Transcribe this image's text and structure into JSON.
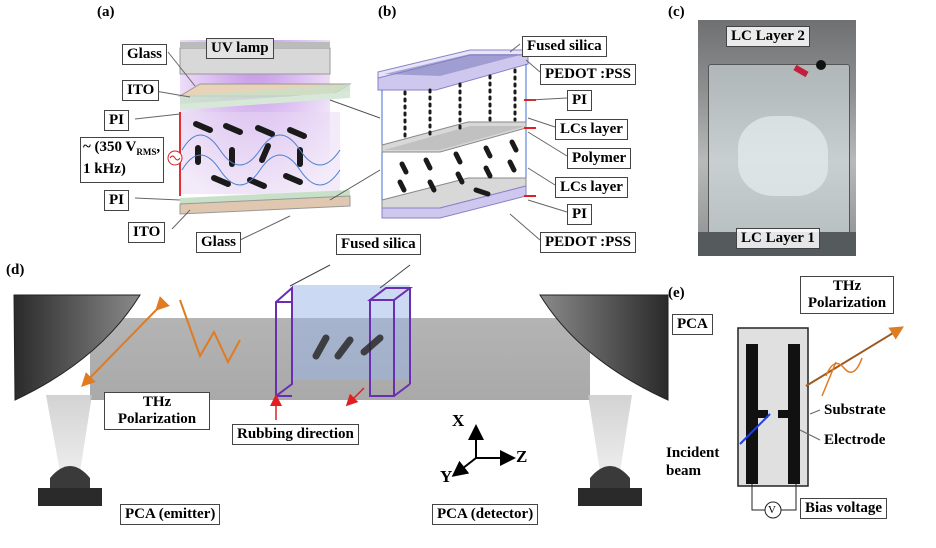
{
  "panels": {
    "a": "(a)",
    "b": "(b)",
    "c": "(c)",
    "d": "(d)",
    "e": "(e)"
  },
  "panel_a": {
    "glass_top": "Glass",
    "uv_lamp": "UV lamp",
    "ito_top": "ITO",
    "pi_top": "PI",
    "voltage_main": "~ (350 V",
    "voltage_sub": "RMS",
    "voltage_end": ",",
    "frequency": "1 kHz)",
    "pi_bottom": "PI",
    "ito_bottom": "ITO",
    "glass_bottom": "Glass"
  },
  "panel_b": {
    "fused_silica_top": "Fused silica",
    "pedot_top": "PEDOT :PSS",
    "pi_top": "PI",
    "lcs_layer_top": "LCs layer",
    "polymer": "Polymer",
    "lcs_layer_bottom": "LCs layer",
    "pi_bottom": "PI",
    "pedot_bottom": "PEDOT :PSS"
  },
  "panel_c": {
    "lc_layer_2": "LC Layer 2",
    "lc_layer_1": "LC Layer 1"
  },
  "panel_d": {
    "fused_silica": "Fused silica",
    "thz_polarization_1": "THz",
    "thz_polarization_2": "Polarization",
    "rubbing_direction": "Rubbing direction",
    "axis_x": "X",
    "axis_y": "Y",
    "axis_z": "Z",
    "pca_emitter": "PCA (emitter)",
    "pca_detector": "PCA (detector)"
  },
  "panel_e": {
    "pca": "PCA",
    "thz_polarization_1": "THz",
    "thz_polarization_2": "Polarization",
    "substrate": "Substrate",
    "electrode": "Electrode",
    "incident_beam_1": "Incident",
    "incident_beam_2": "beam",
    "voltmeter": "V",
    "bias_voltage": "Bias voltage"
  },
  "colors": {
    "lc_molecule": "#1a1a1a",
    "thz_wave": "#e07b22",
    "rubbing_arrow": "#e02020",
    "incident_beam": "#1f3fe0",
    "sample_outline": "#6a2fb0",
    "uv_glow": "#c9a0e8"
  }
}
